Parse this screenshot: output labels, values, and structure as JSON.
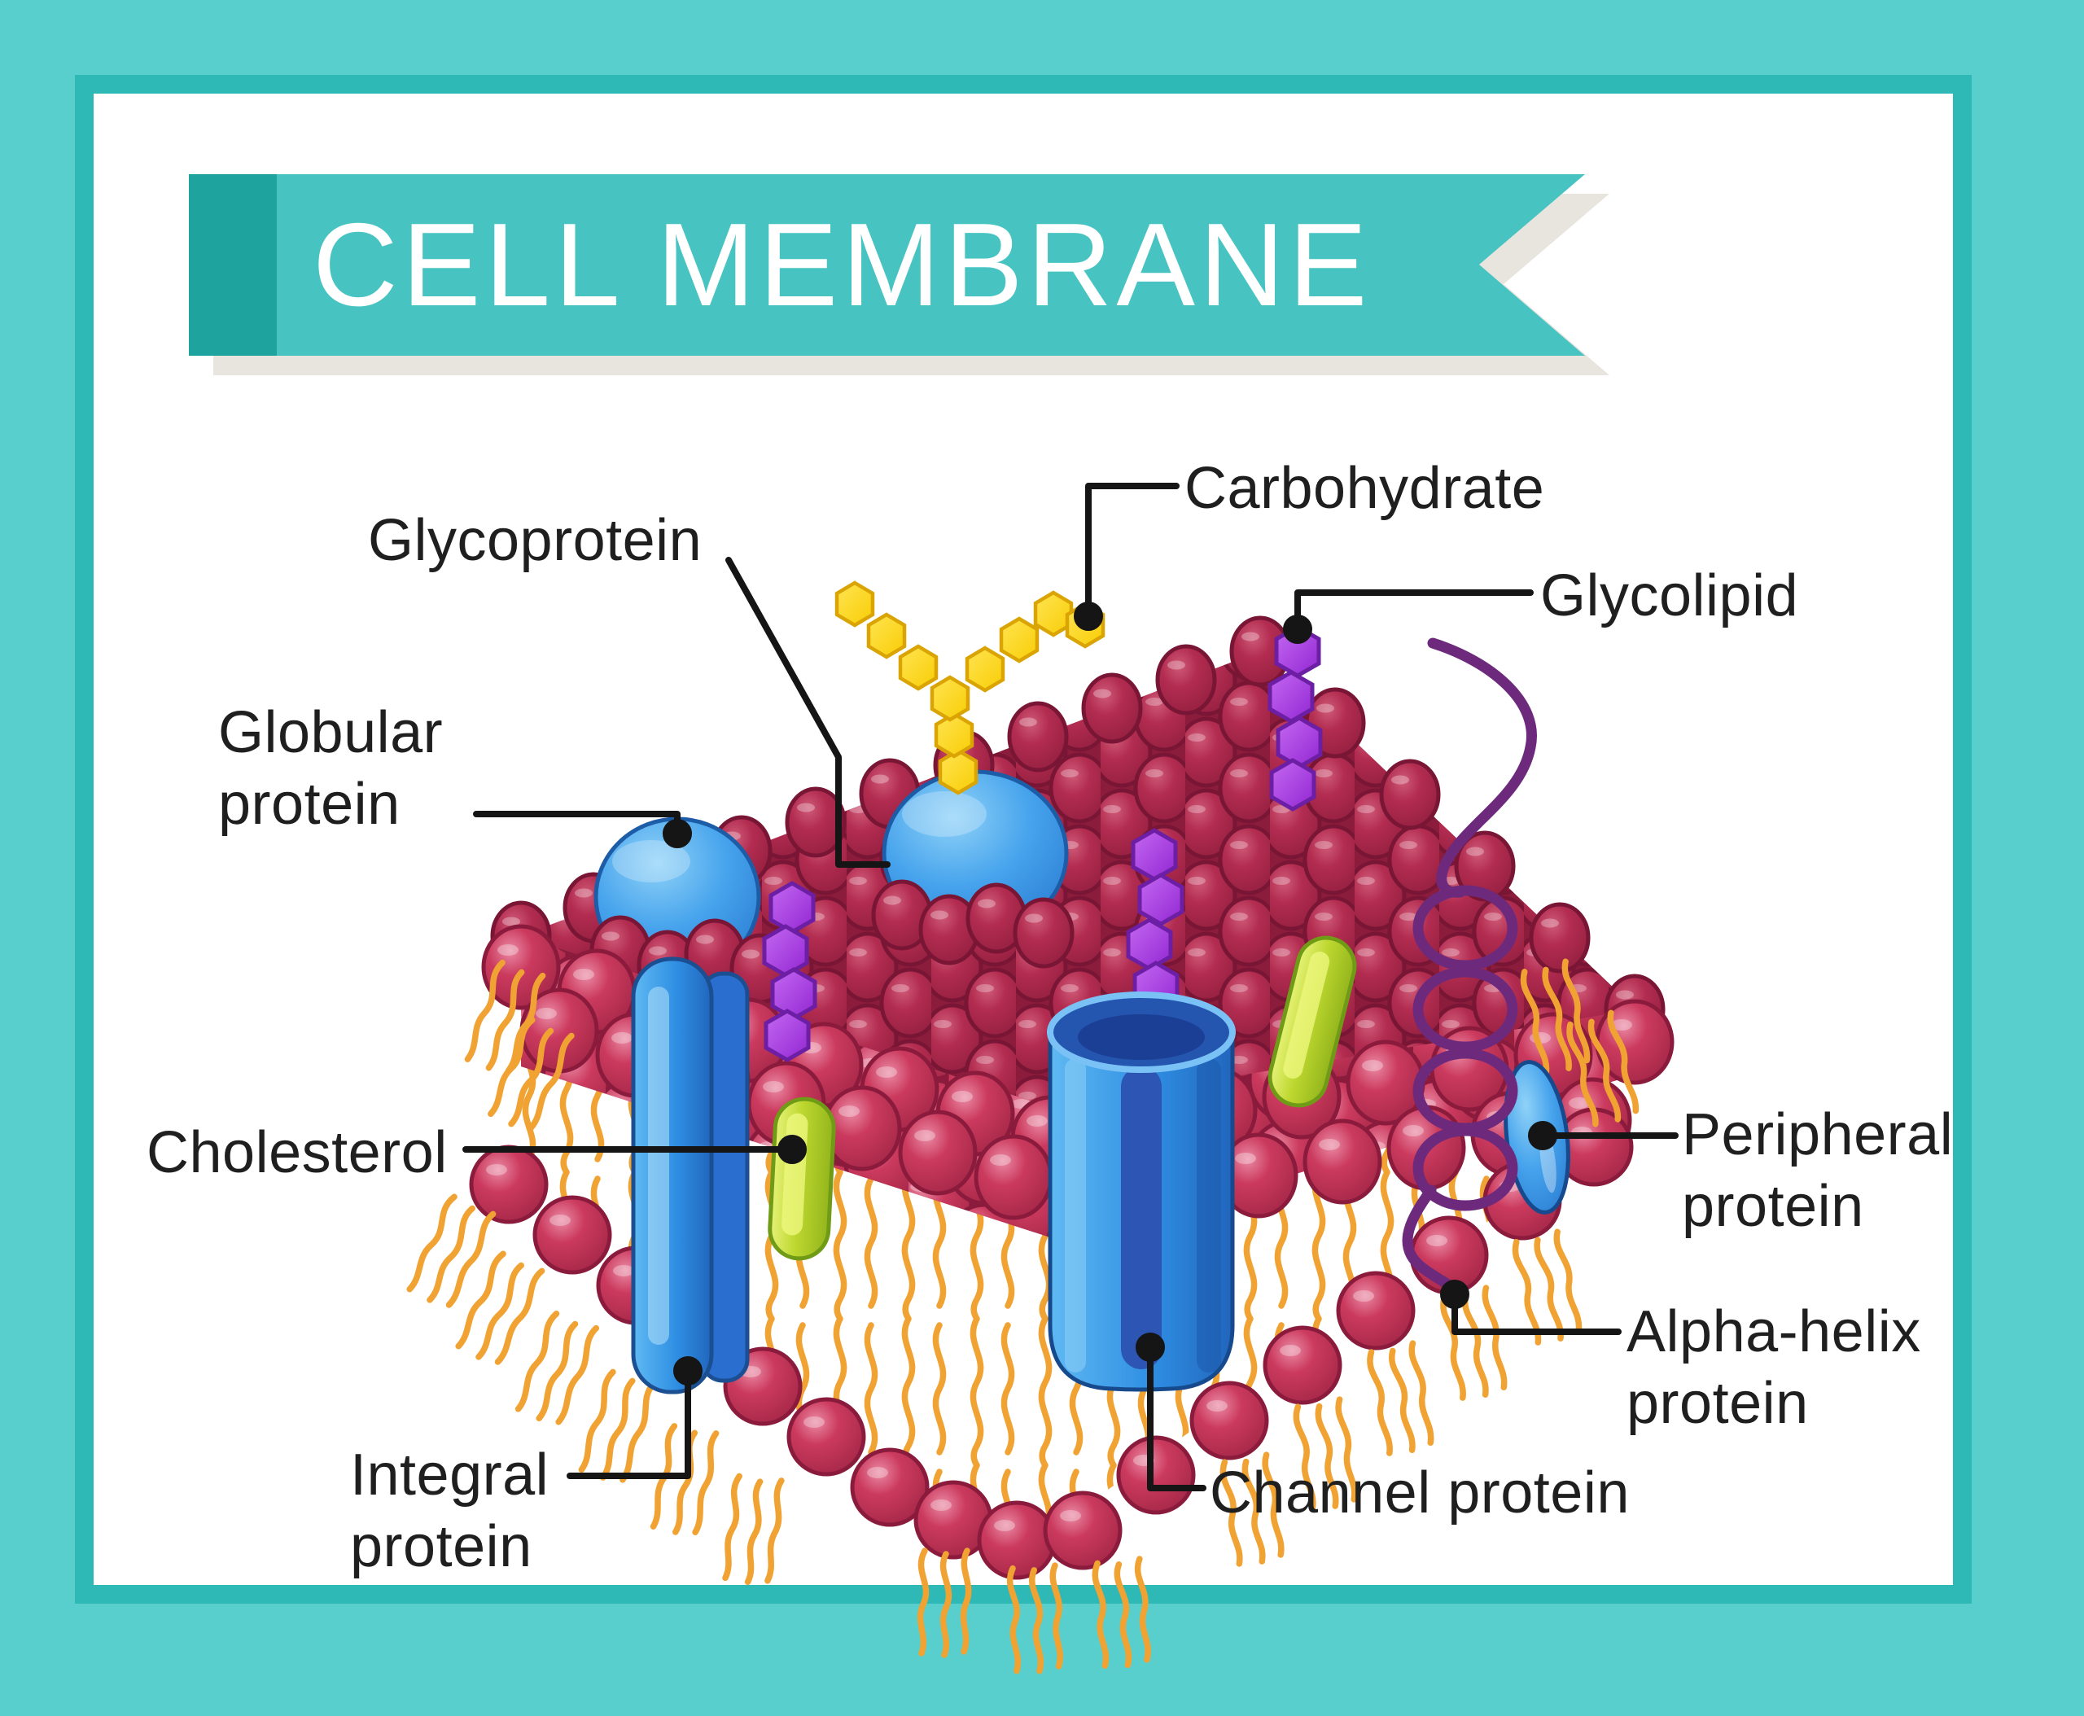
{
  "title": {
    "text": "CELL MEMBRANE"
  },
  "labels": {
    "carbohydrate": "Carbohydrate",
    "glycoprotein": "Glycoprotein",
    "glycolipid": "Glycolipid",
    "globular_protein": "Globular\nprotein",
    "cholesterol": "Cholesterol",
    "peripheral_protein": "Peripheral\nprotein",
    "alpha_helix_protein": "Alpha-helix\nprotein",
    "integral_protein": "Integral\nprotein",
    "channel_protein": "Channel protein"
  },
  "colors": {
    "background_teal": "#59cfcd",
    "frame_teal": "#2eb9b7",
    "banner_teal": "#47c4c2",
    "banner_accent_teal": "#1ea39f",
    "banner_shadow_gray": "#e8e4de",
    "title_text": "#ffffff",
    "label_ink": "#1f1f1f",
    "lipid_head_red": "#b22c50",
    "lipid_tail_orange": "#f0a233",
    "protein_blue": "#2f8fe3",
    "cholesterol_green": "#bdd72f",
    "glyco_purple": "#9a2bd8",
    "carbohydrate_yellow": "#fdd108",
    "helix_purple": "#6d2a7d"
  }
}
